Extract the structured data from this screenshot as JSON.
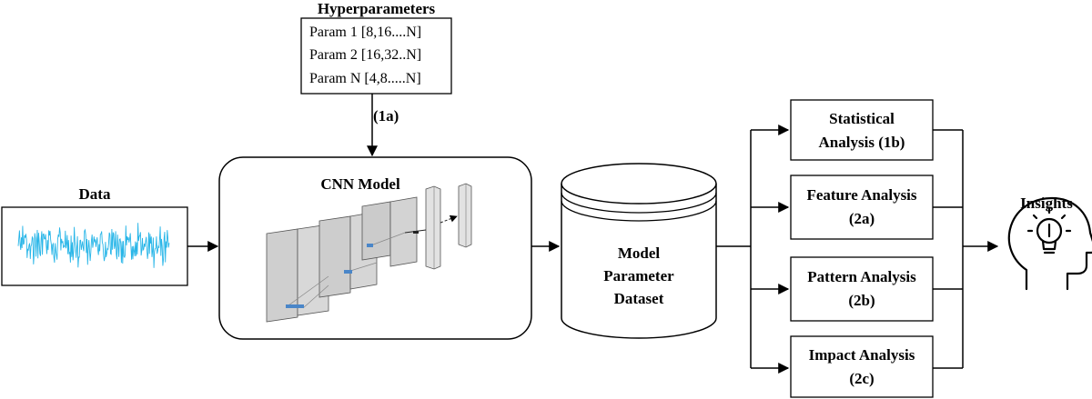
{
  "hyperparameters": {
    "title": "Hyperparameters",
    "params": [
      "Param 1 [8,16....N]",
      "Param 2 [16,32..N]",
      "Param N [4,8.....N]"
    ]
  },
  "step_1a": "(1a)",
  "data_label": "Data",
  "cnn_label": "CNN Model",
  "dataset_label": [
    "Model",
    "Parameter",
    "Dataset"
  ],
  "analyses": [
    {
      "line1": "Statistical",
      "line2": "Analysis (1b)"
    },
    {
      "line1": "Feature Analysis",
      "line2": "(2a)"
    },
    {
      "line1": "Pattern Analysis",
      "line2": "(2b)"
    },
    {
      "line1": "Impact Analysis",
      "line2": "(2c)"
    }
  ],
  "insights_label": "Insights",
  "colors": {
    "signal": "#29b6e8",
    "accent_blue": "#4a86c8",
    "line": "#000000",
    "plane": "#cfcfcf"
  }
}
